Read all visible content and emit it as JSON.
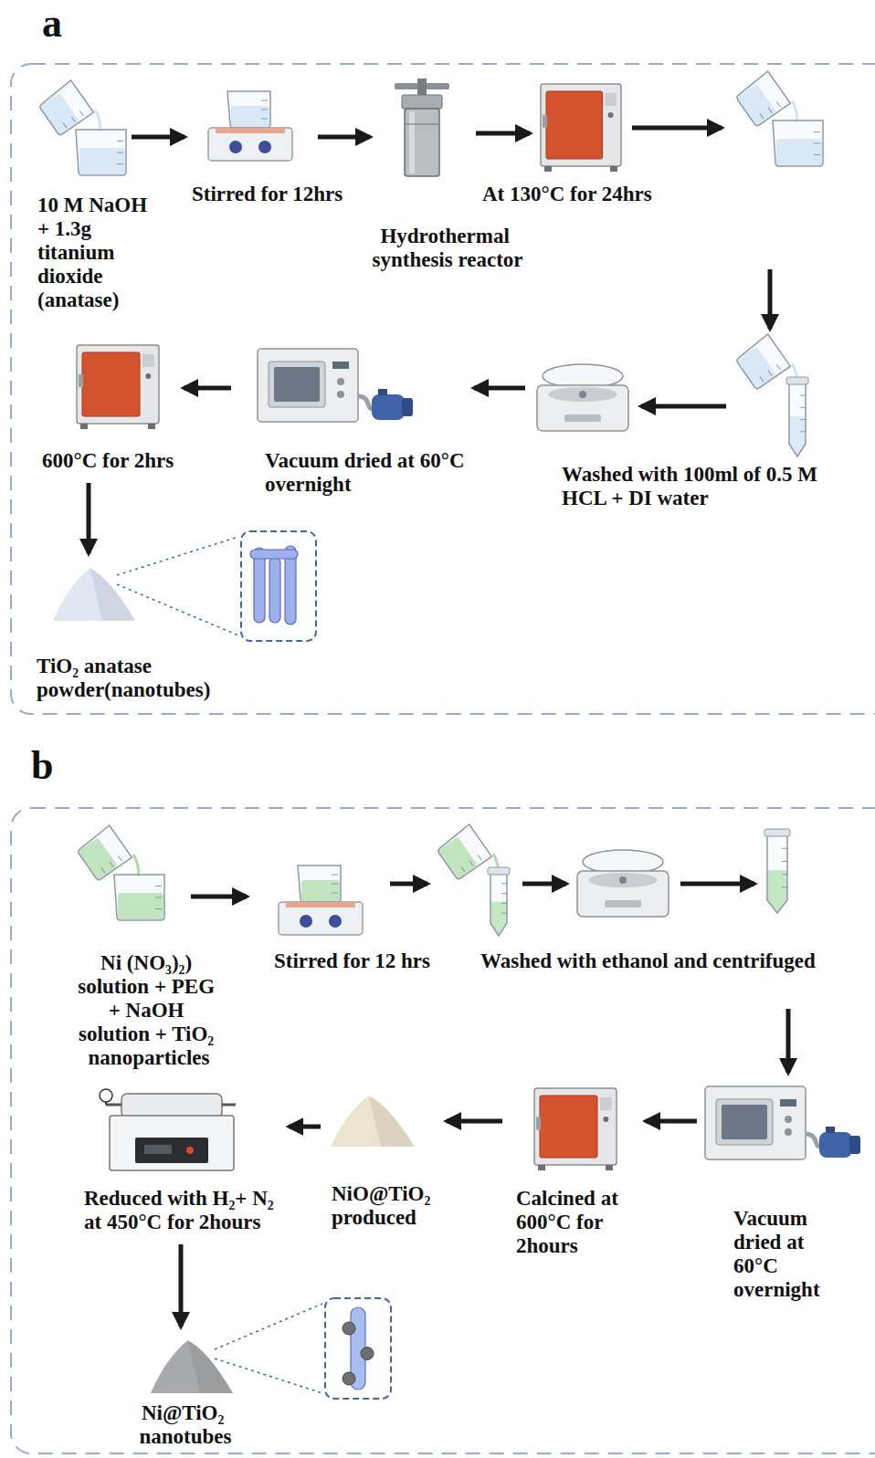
{
  "diagram": {
    "nodes": [
      {
        "text": [
          "a"
        ]
      },
      {
        "text": [
          "10 M NaOH + 1.3g titanium dioxide (anatase)"
        ],
        "in": 0
      },
      {
        "text": [
          "Stirred for 12hrs"
        ],
        "in": 0
      },
      {
        "text": [
          "Hydrothermal synthesis reactor"
        ],
        "in": 0
      },
      {
        "text": [
          "At 130°C for 24hrs"
        ],
        "in": 0
      },
      {
        "text": [
          "Washed with 100ml of 0.5 M HCL + DI water"
        ],
        "in": 0
      },
      {
        "text": [
          "Vacuum dried at 60°C overnight"
        ],
        "in": 0
      },
      {
        "text": [
          "600°C for 2hrs"
        ],
        "in": 0
      },
      {
        "text": [
          "TiO₂ anatase powder(nanotubes)"
        ],
        "in": 0
      },
      {
        "text": [
          "b"
        ]
      },
      {
        "text": [
          "Ni (NO₃)₂) solution + PEG + NaOH solution + TiO₂ nanoparticles"
        ],
        "in": 9
      },
      {
        "text": [
          "Stirred for 12 hrs"
        ],
        "in": 9
      },
      {
        "text": [
          "Washed with ethanol and centrifuged"
        ],
        "in": 9
      },
      {
        "text": [
          "Vacuum dried at 60°C overnight"
        ],
        "in": 9
      },
      {
        "text": [
          "Calcined at 600°C for 2hours"
        ],
        "in": 9
      },
      {
        "text": [
          "NiO@TiO₂ produced"
        ],
        "in": 9
      },
      {
        "text": [
          "Reduced with H₂+ N₂ at 450°C for 2hours"
        ],
        "in": 9
      },
      {
        "text": [
          "Ni@TiO₂ nanotubes"
        ],
        "in": 9
      }
    ],
    "edges": [
      {
        "from": 1,
        "to": 2,
        "arrow": "to"
      },
      {
        "from": 2,
        "to": 3,
        "arrow": "to"
      },
      {
        "from": 3,
        "to": 4,
        "arrow": "to"
      },
      {
        "from": 4,
        "to": 5,
        "arrow": "to"
      },
      {
        "from": 5,
        "to": 6,
        "arrow": "to"
      },
      {
        "from": 6,
        "to": 7,
        "arrow": "to"
      },
      {
        "from": 7,
        "to": 8,
        "arrow": "to"
      },
      {
        "from": 10,
        "to": 11,
        "arrow": "to"
      },
      {
        "from": 11,
        "to": 12,
        "arrow": "to"
      },
      {
        "from": 12,
        "to": 13,
        "arrow": "to"
      },
      {
        "from": 13,
        "to": 14,
        "arrow": "to"
      },
      {
        "from": 14,
        "to": 15,
        "arrow": "to"
      },
      {
        "from": 15,
        "to": 16,
        "arrow": "to"
      },
      {
        "from": 16,
        "to": 17,
        "arrow": "to"
      }
    ]
  }
}
